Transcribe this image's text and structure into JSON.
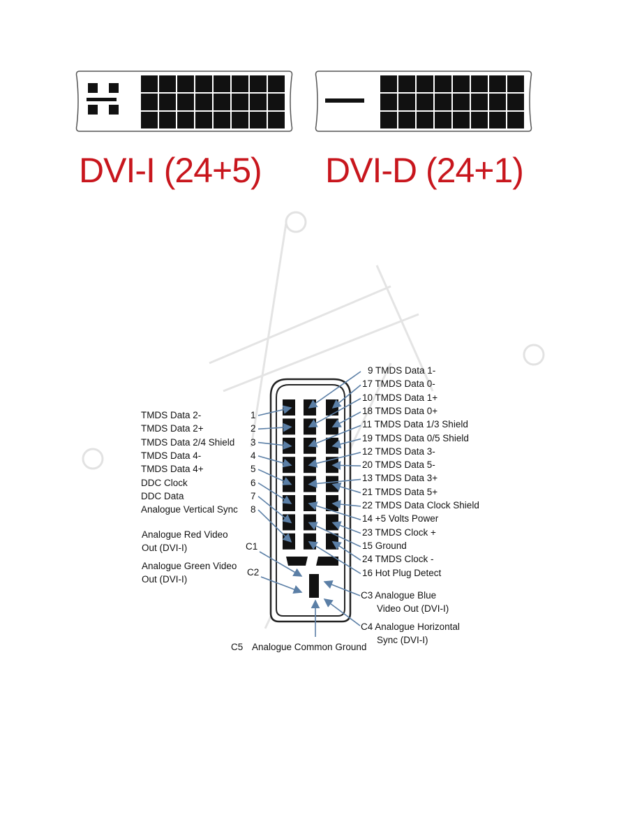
{
  "connectors": [
    {
      "title": "DVI-I (24+5)",
      "type": "dvi-i"
    },
    {
      "title": "DVI-D (24+1)",
      "type": "dvi-d"
    }
  ],
  "colors": {
    "title": "#c8161d",
    "arrow": "#5b7fa6",
    "pin": "#111111"
  },
  "left_labels": [
    {
      "name": "TMDS Data 2-",
      "pin": "1"
    },
    {
      "name": "TMDS Data 2+",
      "pin": "2"
    },
    {
      "name": "TMDS Data 2/4 Shield",
      "pin": "3"
    },
    {
      "name": "TMDS Data 4-",
      "pin": "4"
    },
    {
      "name": "TMDS Data 4+",
      "pin": "5"
    },
    {
      "name": "DDC Clock",
      "pin": "6"
    },
    {
      "name": "DDC Data",
      "pin": "7"
    },
    {
      "name": "Analogue Vertical Sync",
      "pin": "8"
    }
  ],
  "right_labels": [
    {
      "pin": "9",
      "name": "TMDS Data 1-"
    },
    {
      "pin": "17",
      "name": "TMDS Data 0-"
    },
    {
      "pin": "10",
      "name": "TMDS Data 1+"
    },
    {
      "pin": "18",
      "name": "TMDS Data 0+"
    },
    {
      "pin": "11",
      "name": "TMDS Data 1/3 Shield"
    },
    {
      "pin": "19",
      "name": "TMDS Data 0/5 Shield"
    },
    {
      "pin": "12",
      "name": "TMDS Data 3-"
    },
    {
      "pin": "20",
      "name": "TMDS Data 5-"
    },
    {
      "pin": "13",
      "name": "TMDS Data 3+"
    },
    {
      "pin": "21",
      "name": "TMDS Data 5+"
    },
    {
      "pin": "22",
      "name": "TMDS Data Clock Shield"
    },
    {
      "pin": "14",
      "name": "+5 Volts Power"
    },
    {
      "pin": "23",
      "name": "TMDS Clock +"
    },
    {
      "pin": "15",
      "name": "Ground"
    },
    {
      "pin": "24",
      "name": "TMDS Clock -"
    },
    {
      "pin": "16",
      "name": "Hot Plug Detect"
    }
  ],
  "analog": {
    "c1": {
      "pin": "C1",
      "line1": "Analogue Red Video",
      "line2": "Out (DVI-I)"
    },
    "c2": {
      "pin": "C2",
      "line1": "Analogue Green Video",
      "line2": "Out (DVI-I)"
    },
    "c3": {
      "line1": "C3 Analogue Blue",
      "line2": "Video Out (DVI-I)"
    },
    "c4": {
      "line1": "C4 Analogue Horizontal",
      "line2": "Sync (DVI-I)"
    },
    "c5": {
      "pin": "C5",
      "name": "Analogue Common Ground"
    }
  }
}
